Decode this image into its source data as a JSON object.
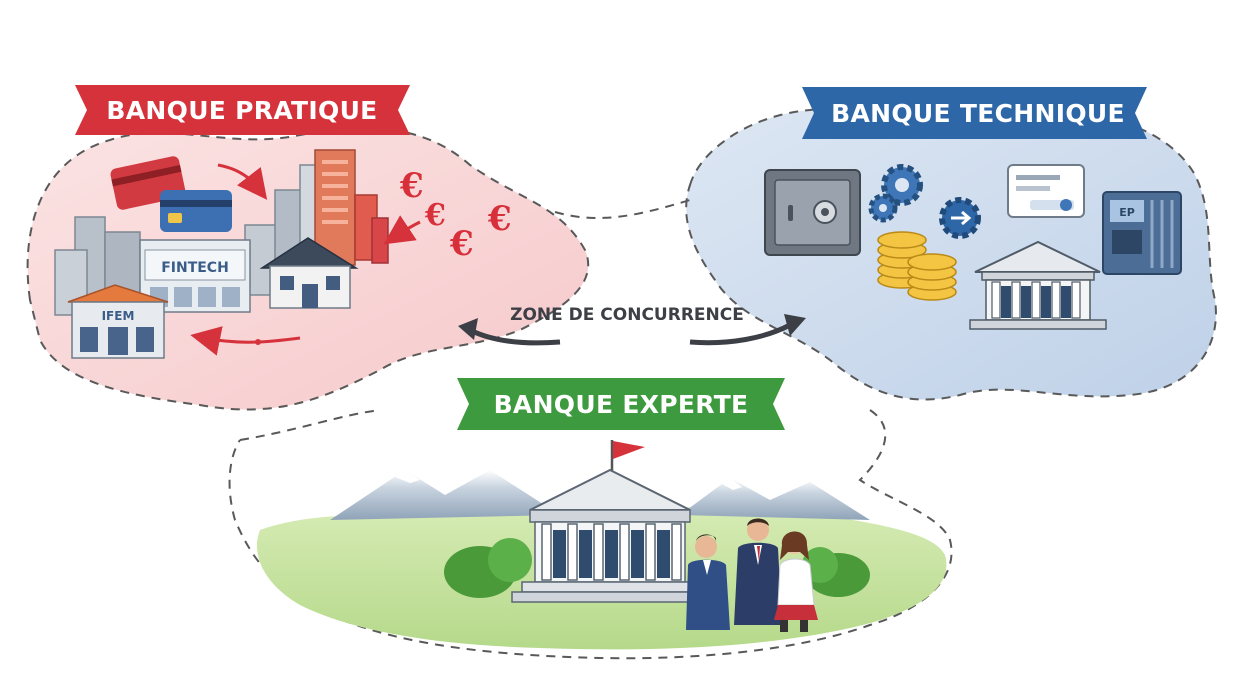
{
  "regions": {
    "pratique": {
      "label": "BANQUE PRATIQUE",
      "color": "#d6323c"
    },
    "technique": {
      "label": "BANQUE TECHNIQUE",
      "color": "#2e67a8"
    },
    "experte": {
      "label": "BANQUE EXPERTE",
      "color": "#3e9a3f"
    }
  },
  "zone": {
    "label": "ZONE DE CONCURRENCE"
  },
  "pratique_scene": {
    "fintech_sign": "FINTECH",
    "shop_sign": "IFEM",
    "currency_symbol": "€"
  },
  "technique_scene": {
    "atm_sign": "EP"
  },
  "icons": [
    "credit-card-icon",
    "euro-icon",
    "safe-icon",
    "gear-icon",
    "coin-stack-icon",
    "bank-building-icon",
    "atm-icon",
    "flag-icon",
    "mountain-icon",
    "people-icon"
  ]
}
